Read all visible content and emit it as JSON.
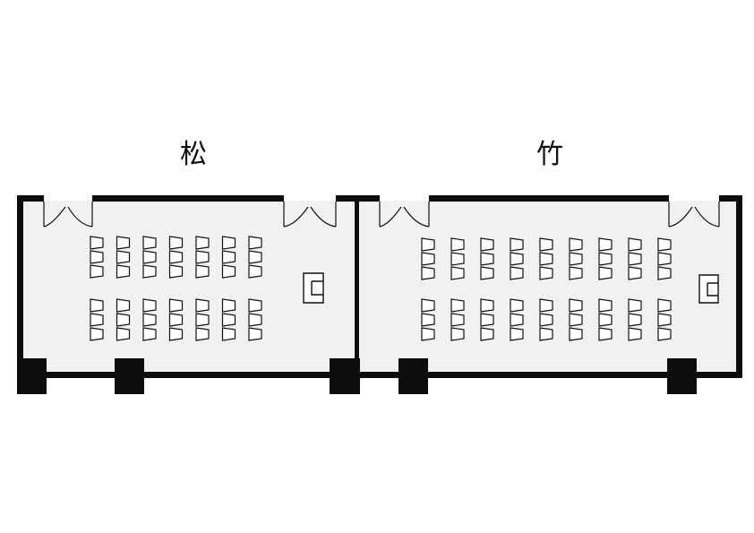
{
  "rooms": [
    {
      "id": "matsu",
      "label": "松",
      "chair_columns": 7,
      "chair_rows_per_block": 3,
      "blocks": 2
    },
    {
      "id": "take",
      "label": "竹",
      "chair_columns": 9,
      "chair_rows_per_block": 3,
      "blocks": 2
    }
  ],
  "colors": {
    "wall": "#0d0d0d",
    "floor": "#f0f1f0",
    "line": "#111111"
  }
}
